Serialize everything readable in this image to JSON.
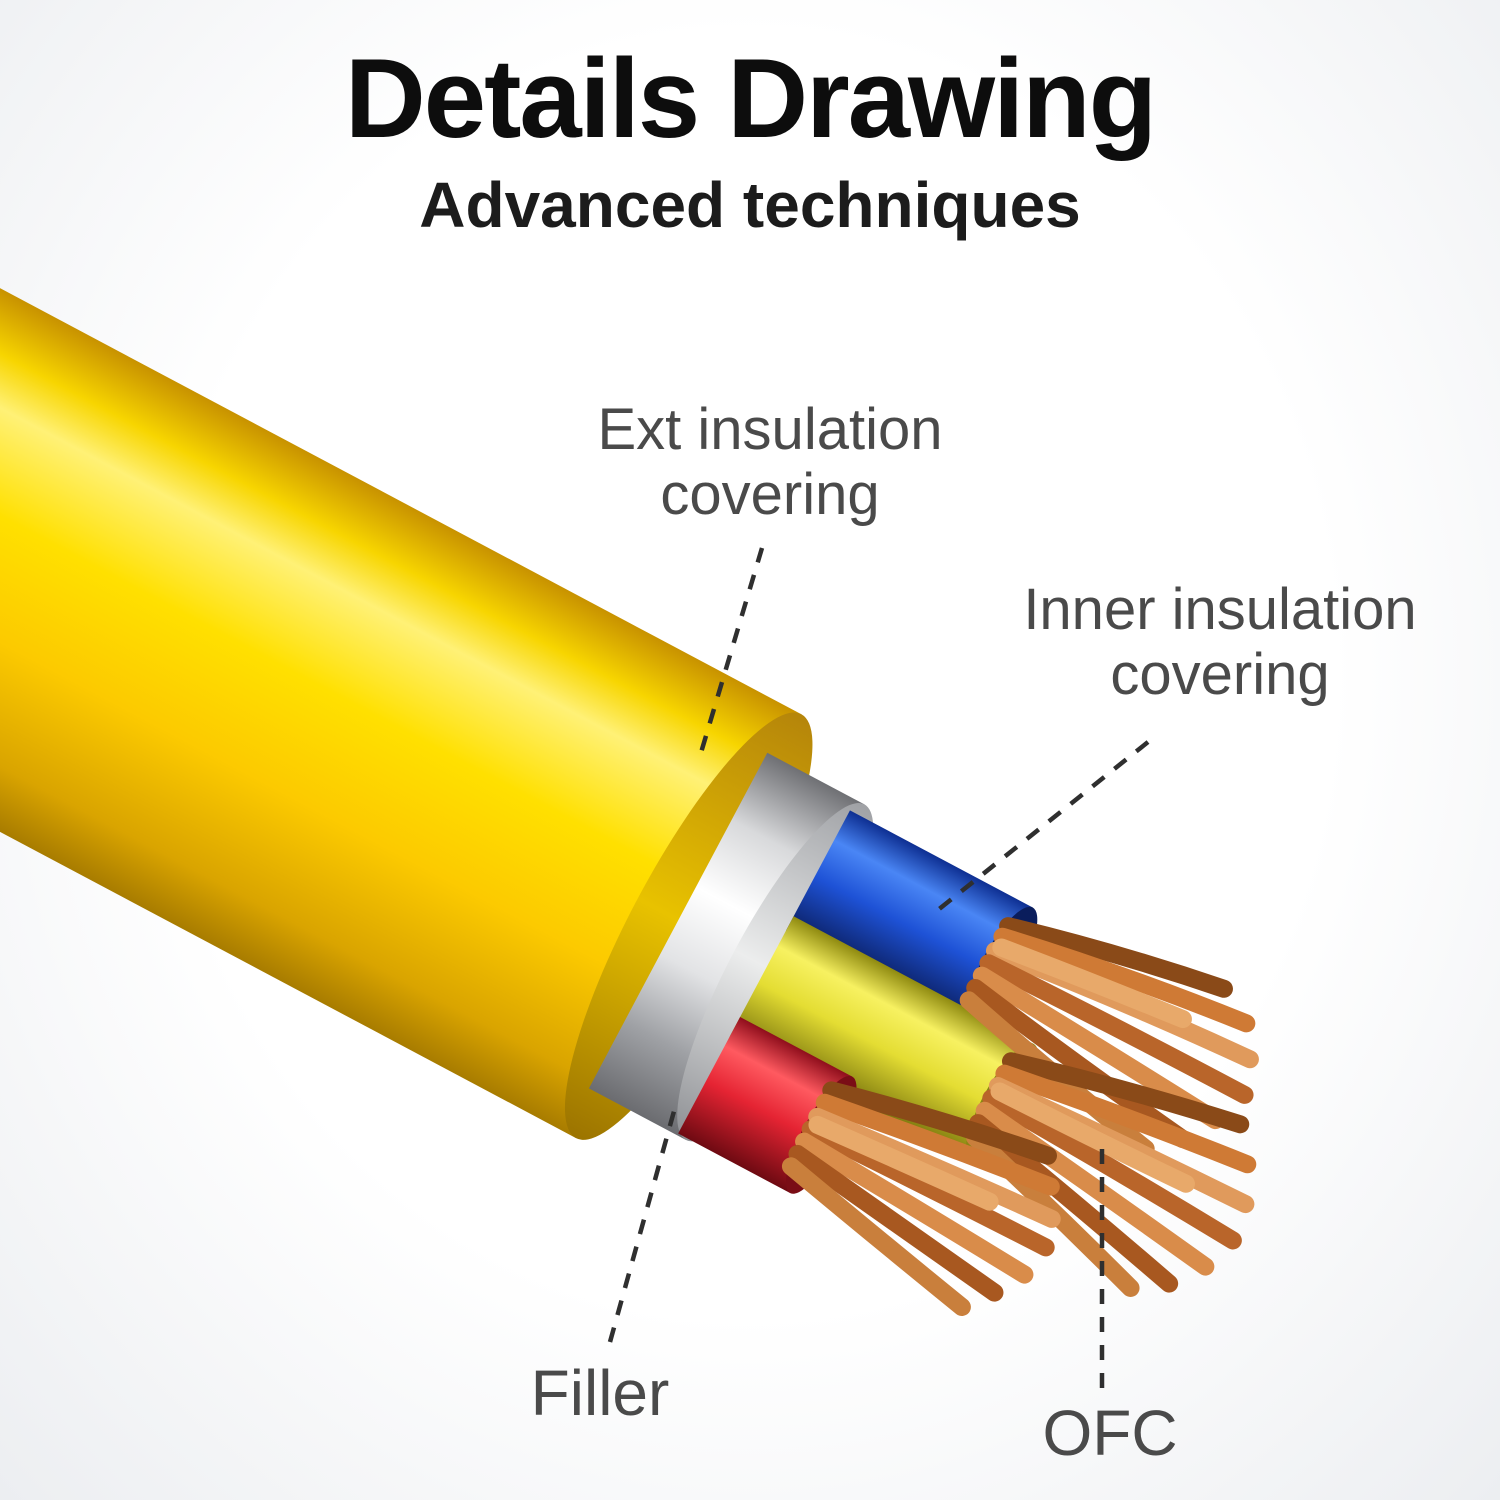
{
  "header": {
    "title": "Details Drawing",
    "subtitle": "Advanced techniques"
  },
  "labels": {
    "ext_insulation": "Ext insulation covering",
    "inner_insulation": "Inner insulation covering",
    "filler": "Filler",
    "ofc": "OFC"
  },
  "colors": {
    "jacket_yellow": "#ffd400",
    "jacket_highlight": "#fff176",
    "filler_silver": "#d8d9db",
    "wire_blue": "#2050d8",
    "wire_inner_yellow": "#e4dd33",
    "wire_red": "#e52433",
    "copper": "#c06a2a",
    "leader_line": "#2f2f2f",
    "label_text": "#4a4a4a",
    "title_text": "#0d0d0d"
  }
}
